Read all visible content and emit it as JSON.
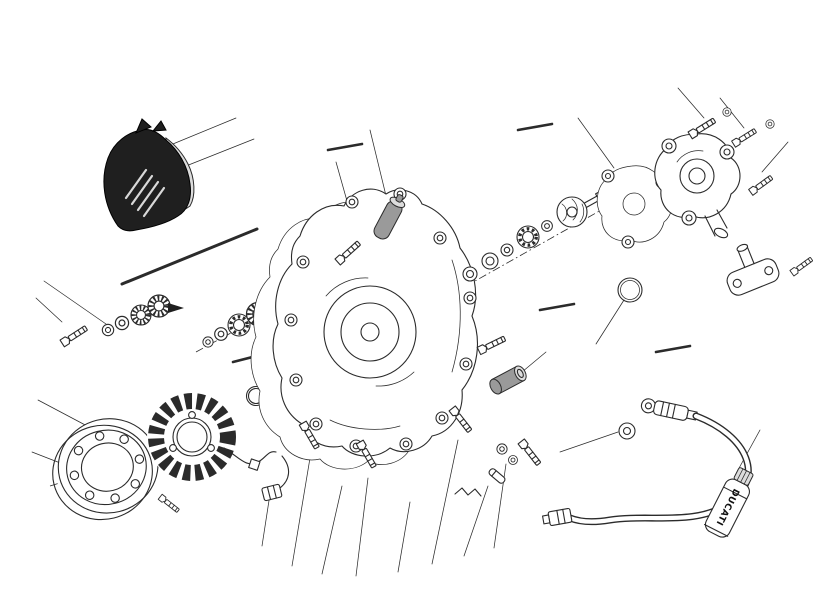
{
  "diagram": {
    "type": "exploded-parts-diagram",
    "subject": "engine alternator cover and water pump",
    "brand_label": "DUCATI",
    "colors": {
      "background": "#ffffff",
      "ink": "#2b2b2b",
      "dark_fill": "#1f1f1f"
    },
    "parts": [
      "heat-guard-plate",
      "panel-edge-line",
      "left-fastener-set",
      "shim-and-bearing-set",
      "retaining-rings",
      "alternator-cover",
      "alternator-cover-gasket",
      "flywheel-rotor",
      "stator-assembly",
      "stator-wire-connector",
      "cover-screws",
      "rubber-plug",
      "plug-bush",
      "side-bolts-and-washers",
      "dowel-pin",
      "spring-clip",
      "water-pump-shaft-set",
      "water-pump-impeller",
      "water-pump-gasket",
      "water-pump-cover",
      "pump-cover-screws",
      "water-inlet-union",
      "o-ring",
      "hose-fitting",
      "coolant-hose",
      "hose-connector",
      "sealant-tube"
    ]
  }
}
